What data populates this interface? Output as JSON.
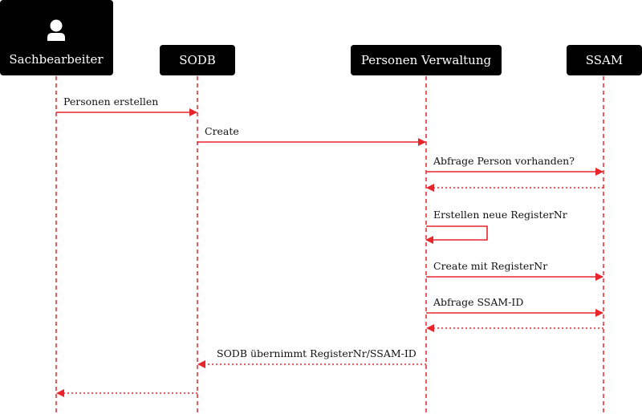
{
  "colors": {
    "accent": "#e8252b",
    "actor_fill": "#000000",
    "actor_text": "#ffffff",
    "label_text": "#111111"
  },
  "participants": [
    {
      "id": "sachbearbeiter",
      "label": "Sachbearbeiter",
      "icon": "user-icon"
    },
    {
      "id": "sodb",
      "label": "SODB"
    },
    {
      "id": "personen-verwaltung",
      "label": "Personen Verwaltung"
    },
    {
      "id": "ssam",
      "label": "SSAM"
    }
  ],
  "messages": [
    {
      "from": 0,
      "to": 1,
      "label": "Personen erstellen",
      "style": "solid"
    },
    {
      "from": 1,
      "to": 2,
      "label": "Create",
      "style": "solid"
    },
    {
      "from": 2,
      "to": 3,
      "label": "Abfrage Person vorhanden?",
      "style": "solid"
    },
    {
      "from": 3,
      "to": 2,
      "label": "",
      "style": "dotted"
    },
    {
      "from": 2,
      "to": 2,
      "label": "Erstellen neue RegisterNr",
      "style": "self"
    },
    {
      "from": 2,
      "to": 3,
      "label": "Create mit RegisterNr",
      "style": "solid"
    },
    {
      "from": 2,
      "to": 3,
      "label": "Abfrage SSAM-ID",
      "style": "solid"
    },
    {
      "from": 3,
      "to": 2,
      "label": "",
      "style": "dotted"
    },
    {
      "from": 2,
      "to": 1,
      "label": "SODB übernimmt RegisterNr/SSAM-ID",
      "style": "dotted"
    },
    {
      "from": 1,
      "to": 0,
      "label": "",
      "style": "dotted"
    }
  ]
}
